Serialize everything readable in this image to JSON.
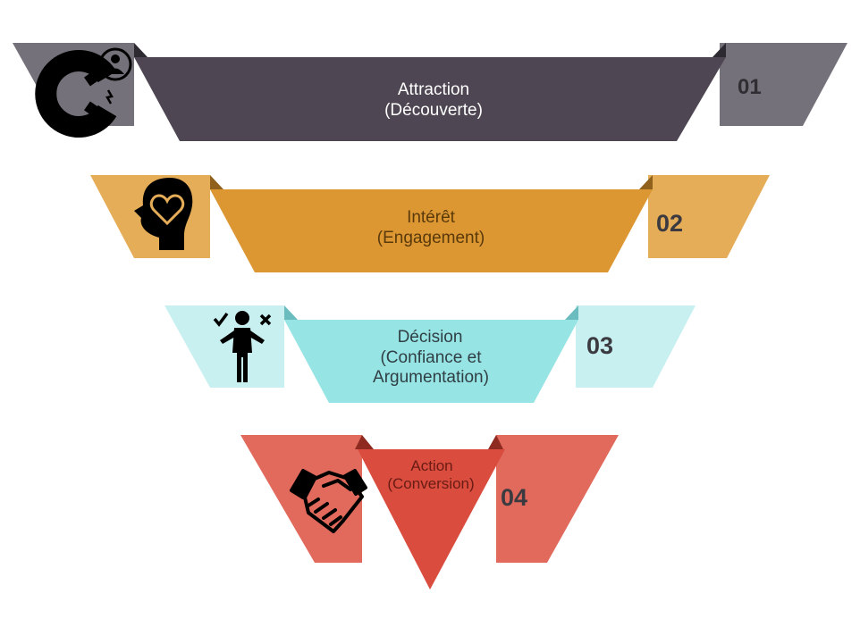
{
  "funnel": {
    "stages": [
      {
        "number": "01",
        "title": "Attraction",
        "subtitle": "(Découverte)",
        "icon": "magnet-person-icon",
        "colors": {
          "band": "#4e4652",
          "wing": "#75717a",
          "fold": "#2e2a31",
          "text": "#ffffff"
        }
      },
      {
        "number": "02",
        "title": "Intérêt",
        "subtitle": "(Engagement)",
        "icon": "head-heart-icon",
        "colors": {
          "band": "#dc9733",
          "wing": "#e6ad58",
          "fold": "#8f611d",
          "text": "#5a3a0a"
        }
      },
      {
        "number": "03",
        "title": "Décision",
        "subtitle": "(Confiance et",
        "subtitle2": "Argumentation)",
        "icon": "person-check-cross-icon",
        "colors": {
          "band": "#97e4e5",
          "wing": "#c9f0f1",
          "fold": "#6bbcbf",
          "text": "#2f3f44"
        }
      },
      {
        "number": "04",
        "title": "Action",
        "subtitle": "(Conversion)",
        "icon": "handshake-icon",
        "colors": {
          "band": "#d94c3e",
          "wing": "#e16a5c",
          "fold": "#8e2a20",
          "text": "#6a1c14"
        }
      }
    ]
  }
}
